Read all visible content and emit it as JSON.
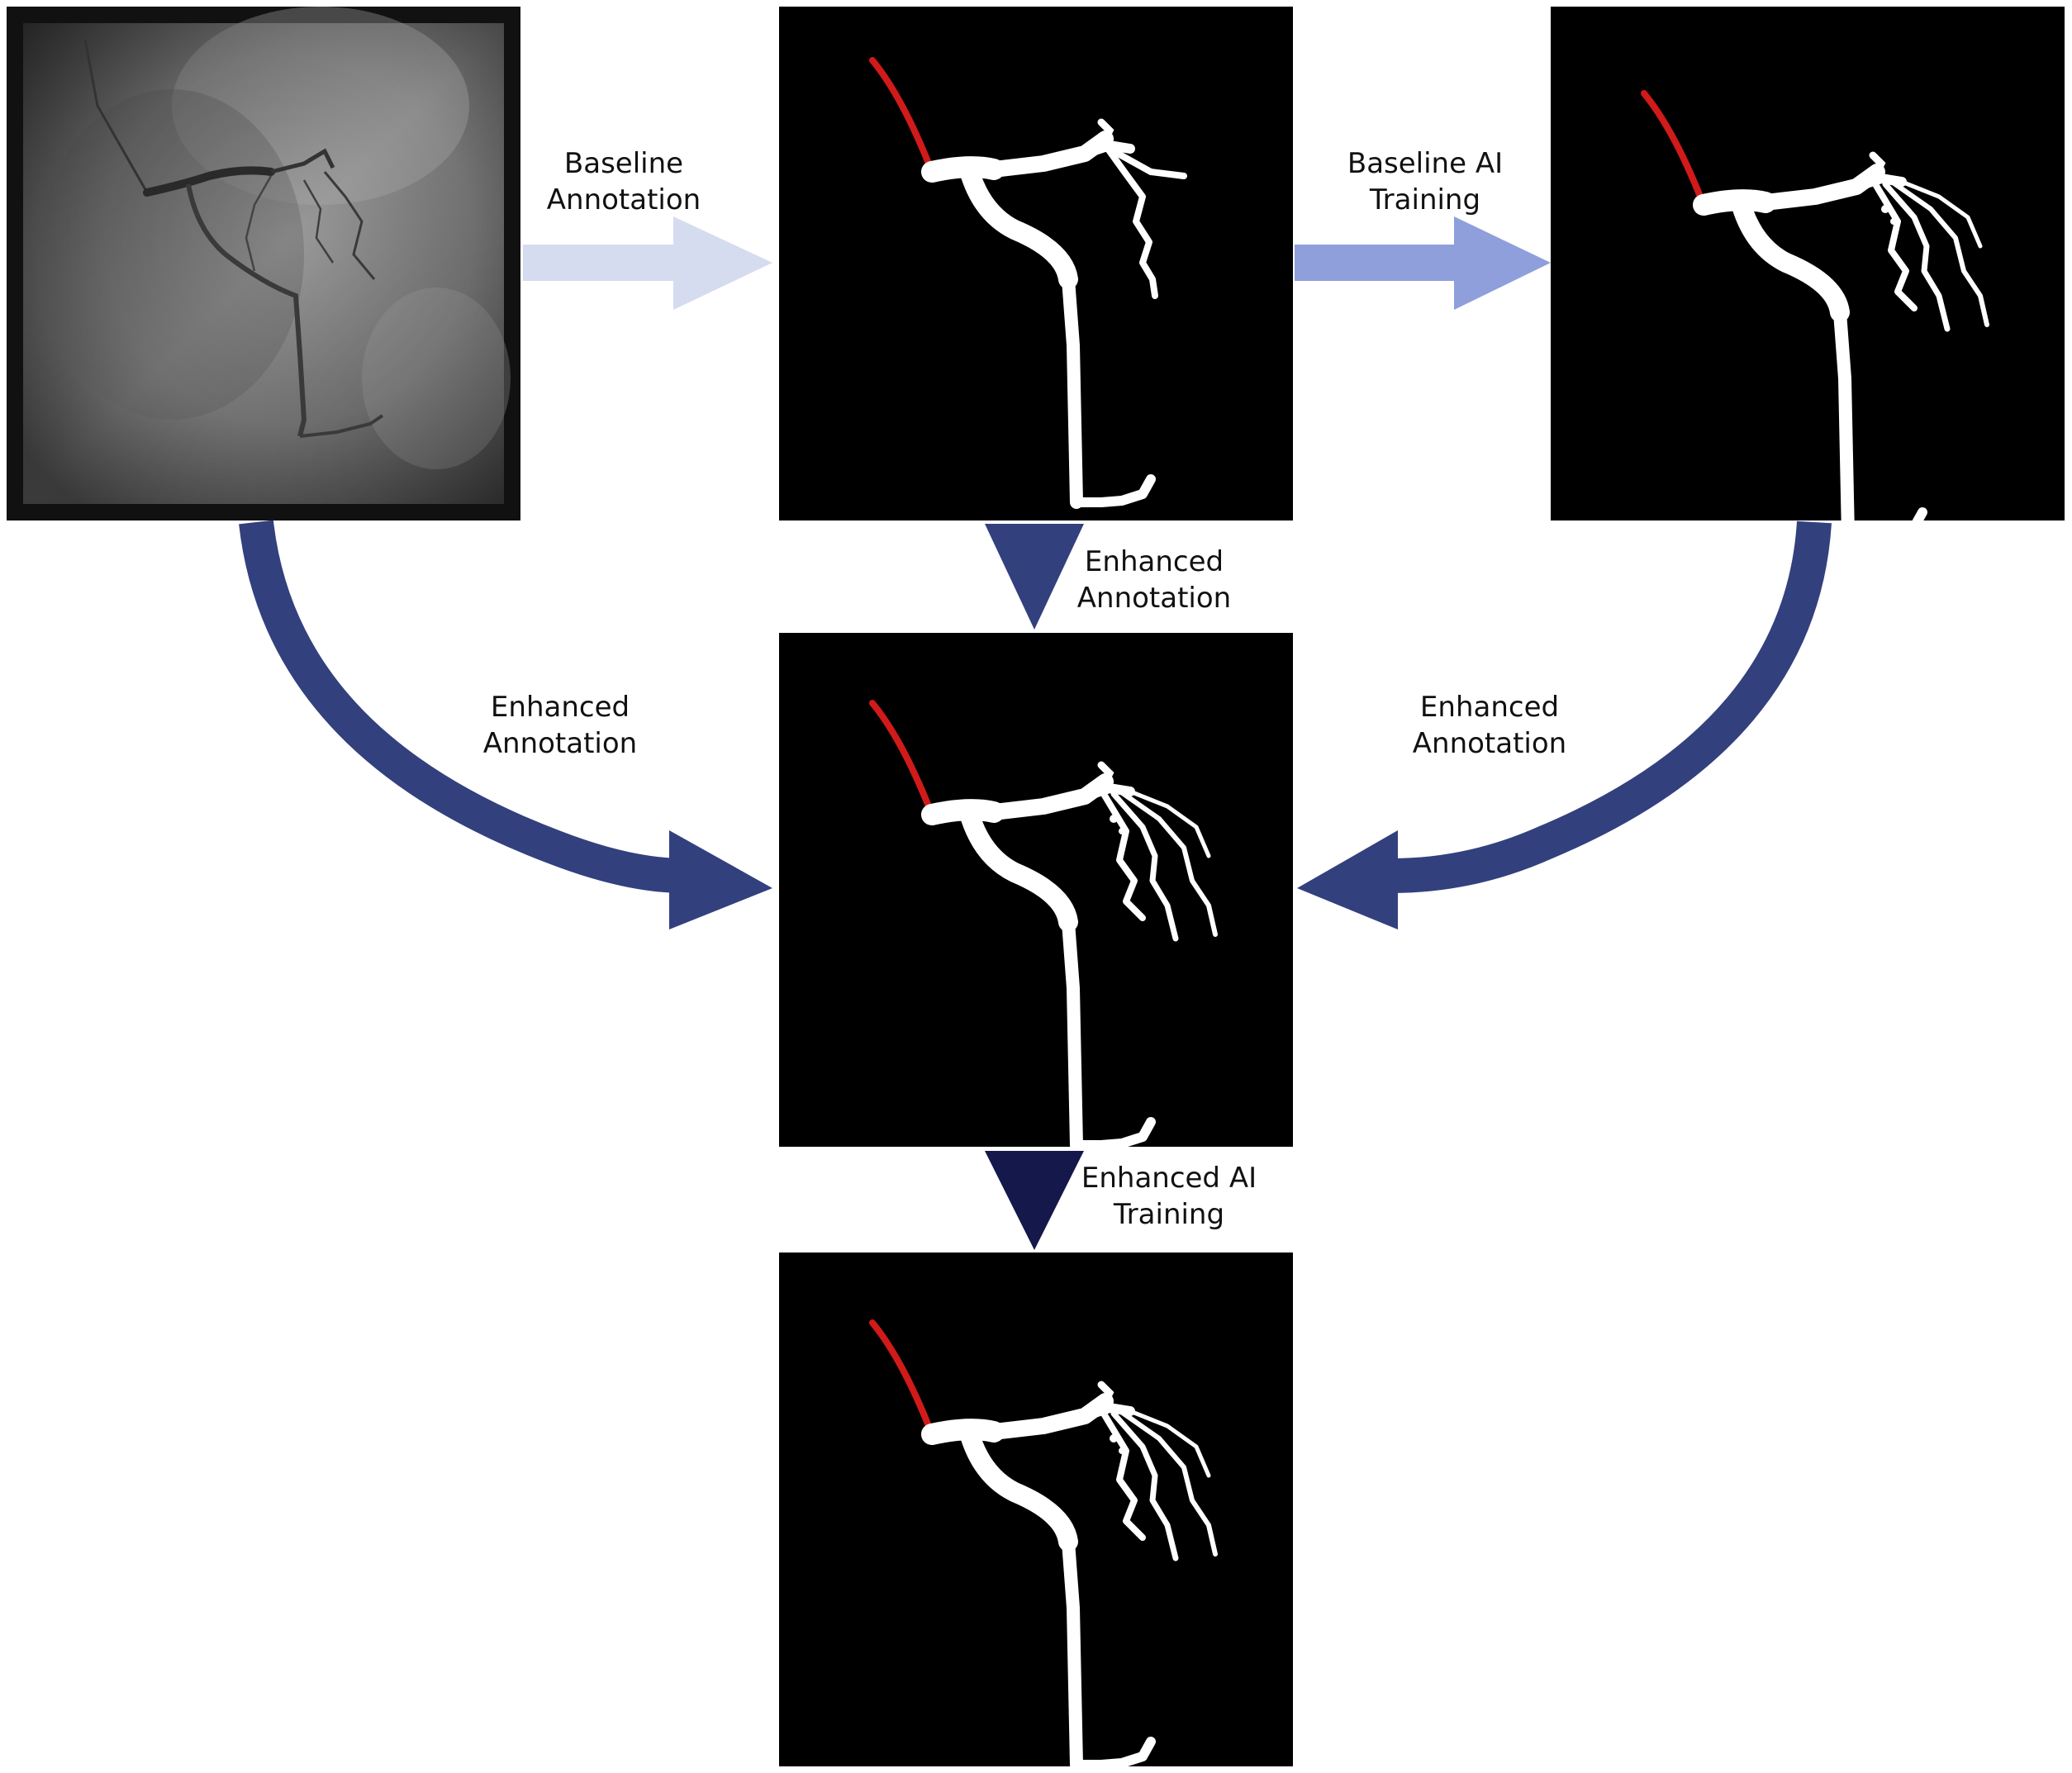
{
  "colors": {
    "arrow_light": "#d6dcef",
    "arrow_medium": "#8f9fdb",
    "arrow_dark": "#33407e",
    "arrow_darkest": "#14184a",
    "catheter": "#d11a1a",
    "vessel": "#ffffff",
    "panel_bg": "#000000"
  },
  "panels": {
    "angiogram": {
      "kind": "x-ray angiogram"
    },
    "baseline_annotation": {
      "kind": "segmentation mask"
    },
    "baseline_ai": {
      "kind": "segmentation mask"
    },
    "enhanced_annotation": {
      "kind": "segmentation mask"
    },
    "enhanced_ai": {
      "kind": "segmentation mask"
    }
  },
  "labels": {
    "baseline_annotation": {
      "line1": "Baseline",
      "line2": "Annotation"
    },
    "baseline_ai_training": {
      "line1": "Baseline AI",
      "line2": "Training"
    },
    "enhanced_annotation_top": {
      "line1": "Enhanced",
      "line2": "Annotation"
    },
    "enhanced_annotation_left": {
      "line1": "Enhanced",
      "line2": "Annotation"
    },
    "enhanced_annotation_right": {
      "line1": "Enhanced",
      "line2": "Annotation"
    },
    "enhanced_ai_training": {
      "line1": "Enhanced AI",
      "line2": "Training"
    }
  }
}
